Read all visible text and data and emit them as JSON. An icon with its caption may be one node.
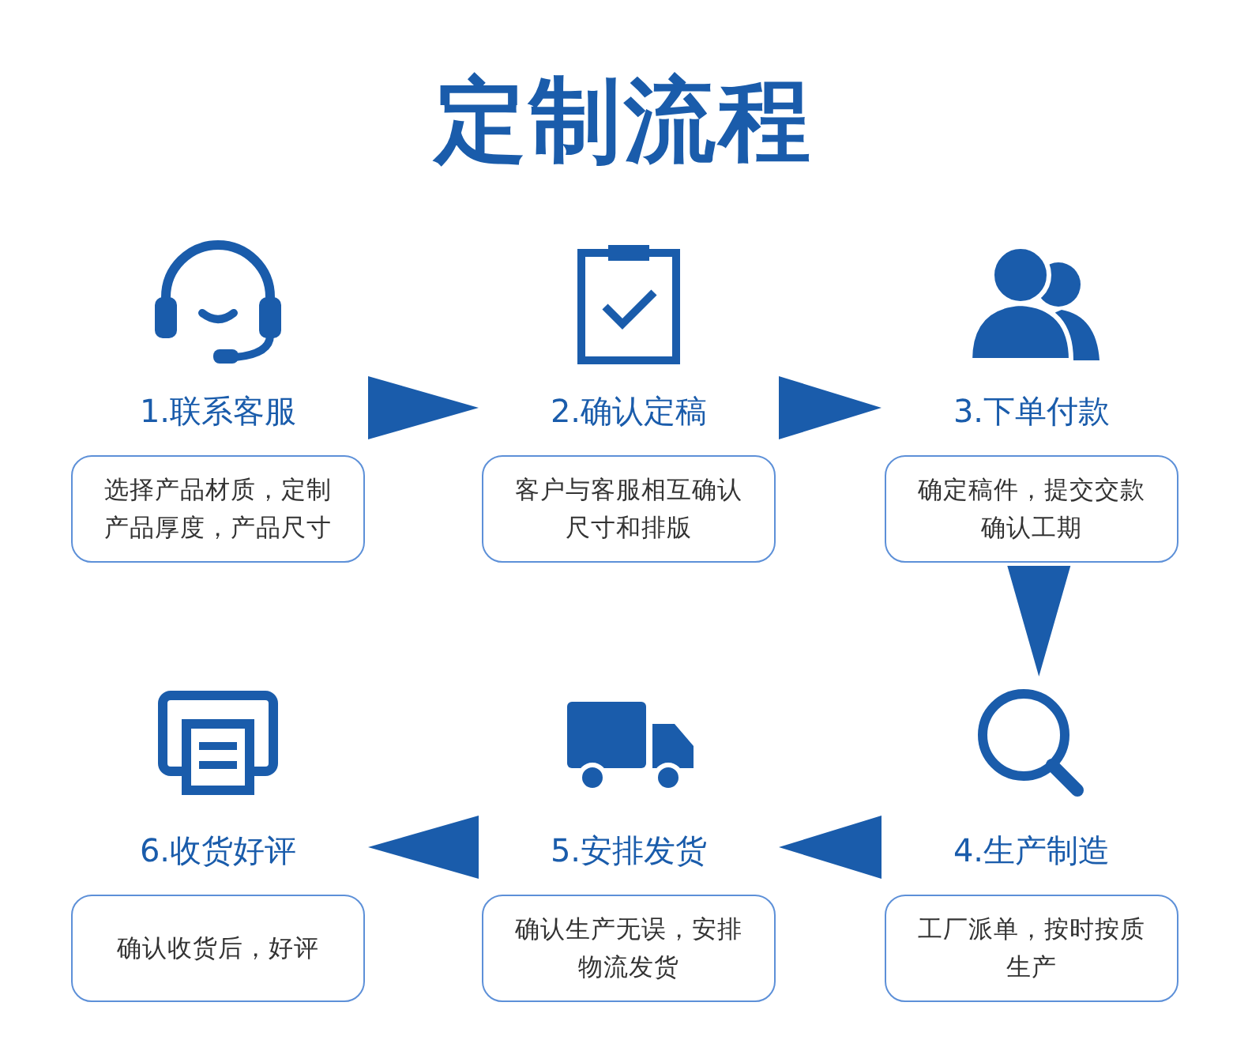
{
  "diagram": {
    "title": "定制流程",
    "nodes": [
      {
        "text": [
          "1.联系客服",
          "选择产品材质，定制产品厚度，产品尺寸"
        ]
      },
      {
        "text": [
          "2.确认定稿",
          "客户与客服相互确认尺寸和排版"
        ]
      },
      {
        "text": [
          "3.下单付款",
          "确定稿件，提交交款确认工期"
        ]
      },
      {
        "text": [
          "4.生产制造",
          "工厂派单，按时按质生产"
        ]
      },
      {
        "text": [
          "5.安排发货",
          "确认生产无误，安排物流发货"
        ]
      },
      {
        "text": [
          "6.收货好评",
          "确认收货后，好评"
        ]
      }
    ],
    "edges": [
      {
        "from": 0,
        "to": 1,
        "arrow": "to"
      },
      {
        "from": 1,
        "to": 2,
        "arrow": "to"
      },
      {
        "from": 2,
        "to": 3,
        "arrow": "to"
      },
      {
        "from": 3,
        "to": 4,
        "arrow": "to"
      },
      {
        "from": 4,
        "to": 5,
        "arrow": "to"
      }
    ]
  }
}
